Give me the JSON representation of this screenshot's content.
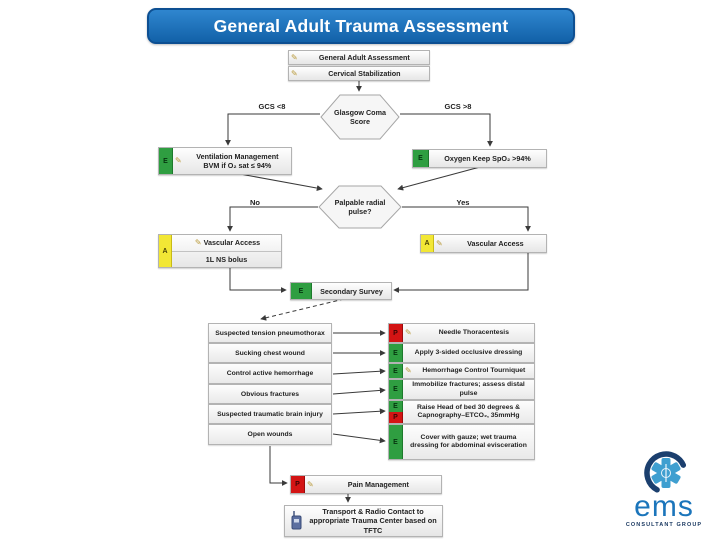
{
  "title": "General Adult Trauma Assessment",
  "colors": {
    "header_blue": "#1a6fbf",
    "tag_green": "#2f9e41",
    "tag_red": "#d31414",
    "tag_yellow": "#f2e735",
    "logo_blue": "#1b75bb",
    "logo_navy": "#16355e"
  },
  "flow": {
    "initial_steps": [
      {
        "label": "General Adult Assessment"
      },
      {
        "label": "Cervical Stabilization"
      }
    ],
    "gcs_decision": {
      "label": "Glasgow Coma Score",
      "left_branch": "GCS <8",
      "right_branch": "GCS >8"
    },
    "ventilation": {
      "tag": "E",
      "line1": "Ventilation Management",
      "line2": "BVM if O₂ sat ≤ 94%"
    },
    "oxygen": {
      "tag": "E",
      "label": "Oxygen Keep SpO₂ >94%"
    },
    "pulse_decision": {
      "label": "Palpable radial pulse?",
      "left_branch": "No",
      "right_branch": "Yes"
    },
    "vascular_no": {
      "tag": "A",
      "line1": "Vascular Access",
      "line2": "1L NS bolus"
    },
    "vascular_yes": {
      "tag": "A",
      "label": "Vascular Access"
    },
    "secondary_survey": {
      "tag": "E",
      "label": "Secondary Survey"
    },
    "findings": [
      "Suspected tension pneumothorax",
      "Sucking chest wound",
      "Control active hemorrhage",
      "Obvious fractures",
      "Suspected traumatic brain injury",
      "Open wounds"
    ],
    "actions": [
      {
        "tag1": "P",
        "label": "Needle Thoracentesis"
      },
      {
        "tag1": "E",
        "label": "Apply 3-sided occlusive dressing"
      },
      {
        "tag1": "E",
        "label": "Hemorrhage Control Tourniquet"
      },
      {
        "tag1": "E",
        "label": "Immobilize fractures; assess distal pulse"
      },
      {
        "tag1": "E",
        "tag2": "P",
        "label": "Raise Head of bed 30 degrees & Capnography–ETCO₂, 35mmHg"
      },
      {
        "tag1": "E",
        "label": "Cover with gauze; wet trauma dressing for abdominal evisceration"
      }
    ],
    "pain_management": {
      "tag": "P",
      "label": "Pain Management"
    },
    "transport": {
      "label": "Transport & Radio Contact  to appropriate Trauma Center based on TFTC"
    }
  },
  "logo": {
    "name": "ems",
    "subtitle": "CONSULTANT GROUP"
  }
}
